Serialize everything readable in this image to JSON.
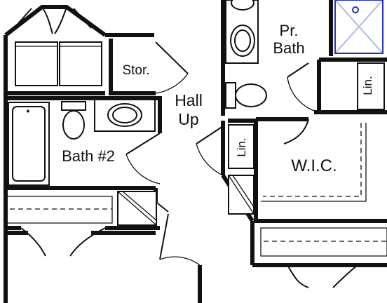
{
  "rooms": {
    "storage": "Stor.",
    "hall_line1": "Hall",
    "hall_line2": "Up",
    "bath2": "Bath #2",
    "primary_bath_line1": "Pr.",
    "primary_bath_line2": "Bath",
    "linen_top": "Lin.",
    "linen_mid": "Lin.",
    "walk_in_closet": "W.I.C."
  },
  "colors": {
    "wall": "#111111",
    "shower_outline": "#2233bb"
  }
}
